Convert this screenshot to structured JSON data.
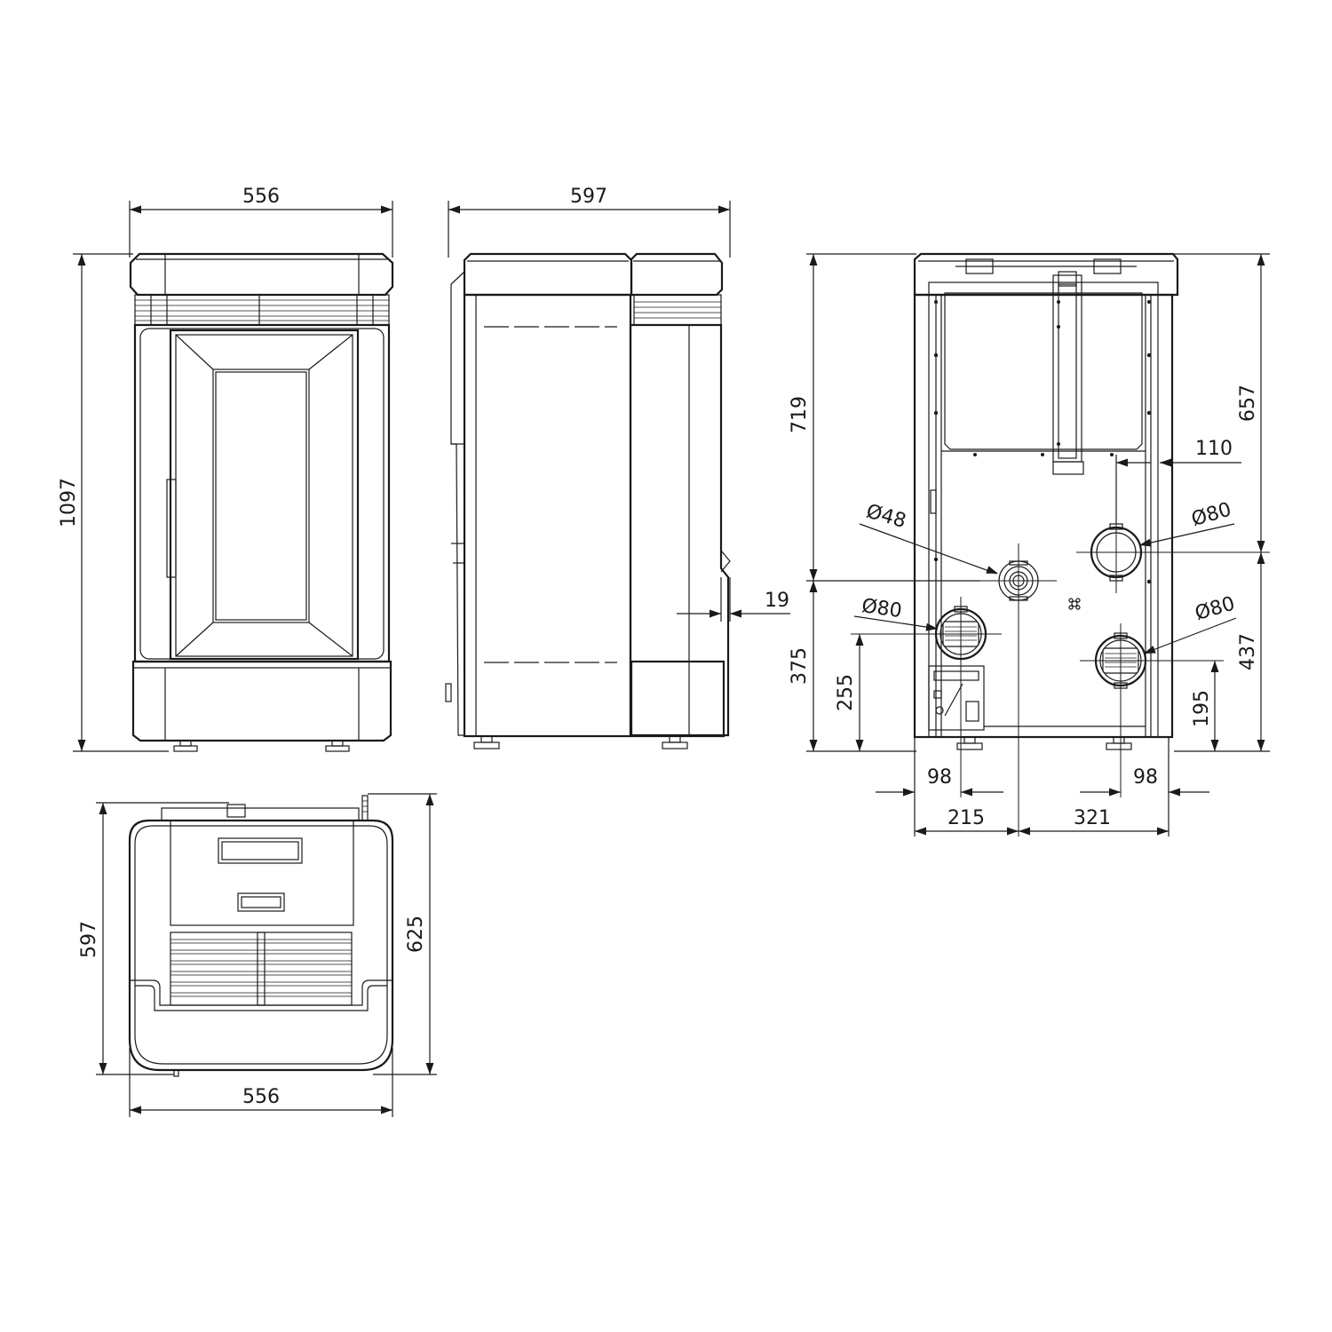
{
  "front_view": {
    "width": "556",
    "height": "1097"
  },
  "side_view": {
    "depth": "597",
    "offset": "19"
  },
  "rear_view": {
    "h_719": "719",
    "h_657": "657",
    "d_110": "110",
    "dia_48": "Ø48",
    "dia_80_upper_right": "Ø80",
    "dia_80_left": "Ø80",
    "dia_80_lower_right": "Ø80",
    "h_375": "375",
    "h_255": "255",
    "h_437": "437",
    "h_195": "195",
    "d_98_left": "98",
    "d_98_right": "98",
    "d_215": "215",
    "d_321": "321"
  },
  "top_view": {
    "depth": "597",
    "depth_overall": "625",
    "width": "556"
  }
}
